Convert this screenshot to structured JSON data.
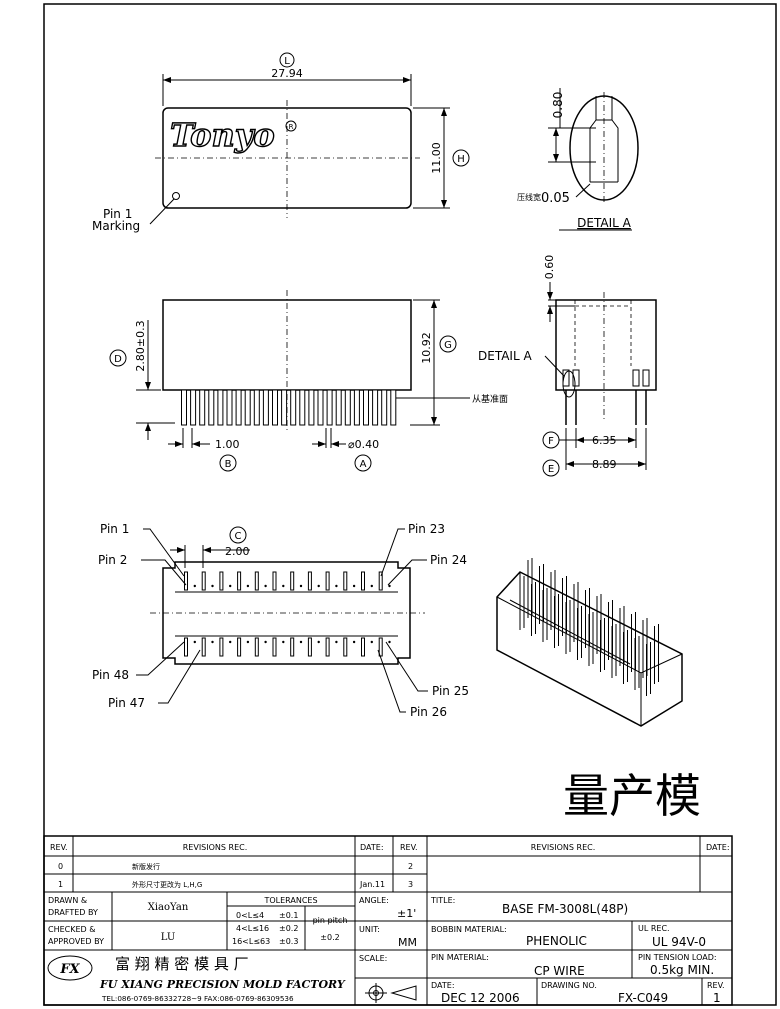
{
  "top_view": {
    "dim_L_tag": "L",
    "dim_L": "27.94",
    "dim_H_tag": "H",
    "dim_H": "11.00",
    "logo_text": "Tonyo",
    "logo_mark": "R",
    "pin1_marking": [
      "Pin 1",
      "Marking"
    ]
  },
  "detail_a": {
    "dim_gap": "0.80",
    "dim_bottom_prefix": "压线宽",
    "dim_bottom": "0.05",
    "title": "DETAIL A"
  },
  "front_view": {
    "dim_D_tag": "D",
    "dim_D": "2.80±0.3",
    "dim_G_tag": "G",
    "dim_G": "10.92",
    "dim_B_tag": "B",
    "dim_B": "1.00",
    "dim_A_tag": "A",
    "dim_A": "⌀0.40",
    "ref_note": "从基准面"
  },
  "side_view": {
    "dim_top": "0.60",
    "detail_label": "DETAIL A",
    "dim_F_tag": "F",
    "dim_F": "6.35",
    "dim_E_tag": "E",
    "dim_E": "8.89"
  },
  "bottom_view": {
    "dim_C_tag": "C",
    "dim_C": "2.00",
    "labels": {
      "pin1": "Pin 1",
      "pin2": "Pin 2",
      "pin23": "Pin 23",
      "pin24": "Pin 24",
      "pin48": "Pin 48",
      "pin47": "Pin 47",
      "pin25": "Pin 25",
      "pin26": "Pin 26"
    }
  },
  "stamp": "量产模",
  "title_block": {
    "rev_header": "REV.",
    "revisions_header": "REVISIONS   REC.",
    "date_header": "DATE:",
    "rev_rows_left": [
      {
        "rev": "0",
        "desc": "新版发行",
        "date": ""
      },
      {
        "rev": "1",
        "desc": "外形尺寸更改为 L,H,G",
        "date": "Jan.11"
      }
    ],
    "rev_rows_right": [
      "2",
      "3"
    ],
    "drawn_by_label": [
      "DRAWN &",
      "DRAFTED BY"
    ],
    "drawn_by": "XiaoYan",
    "checked_label": [
      "CHECKED &",
      "APPROVED BY"
    ],
    "checked_by": "LU",
    "tolerances_header": "TOLERANCES",
    "tolerances": [
      {
        "range": "0<L≤4",
        "tol": "±0.1"
      },
      {
        "range": "4<L≤16",
        "tol": "±0.2"
      },
      {
        "range": "16<L≤63",
        "tol": "±0.3"
      }
    ],
    "pin_pitch_label": "pin pitch",
    "pin_pitch_tol": "±0.2",
    "angle_label": "ANGLE:",
    "angle_value": "±1'",
    "unit_label": "UNIT:",
    "unit_value": "MM",
    "scale_label": "SCALE:",
    "title_label": "TITLE:",
    "title_value": "BASE  FM-3008L(48P)",
    "bobbin_label": "BOBBIN MATERIAL:",
    "bobbin_value": "PHENOLIC",
    "ul_label": "UL REC.",
    "ul_value": "UL  94V-0",
    "pin_material_label": "PIN MATERIAL:",
    "pin_material_value": "CP  WIRE",
    "pin_tension_label": "PIN TENSION LOAD:",
    "pin_tension_value": "0.5kg  MIN.",
    "date_label": "DATE:",
    "date_value": "DEC 12 2006",
    "drawing_no_label": "DRAWING NO.",
    "drawing_no_value": "FX-C049",
    "rev_label": "REV.",
    "rev_value": "1",
    "company_cn": "富 翔 精 密 模 具 厂",
    "company_en": "FU XIANG PRECISION MOLD FACTORY",
    "company_tel": "TEL:086-0769-86332728~9  FAX:086-0769-86309536"
  }
}
